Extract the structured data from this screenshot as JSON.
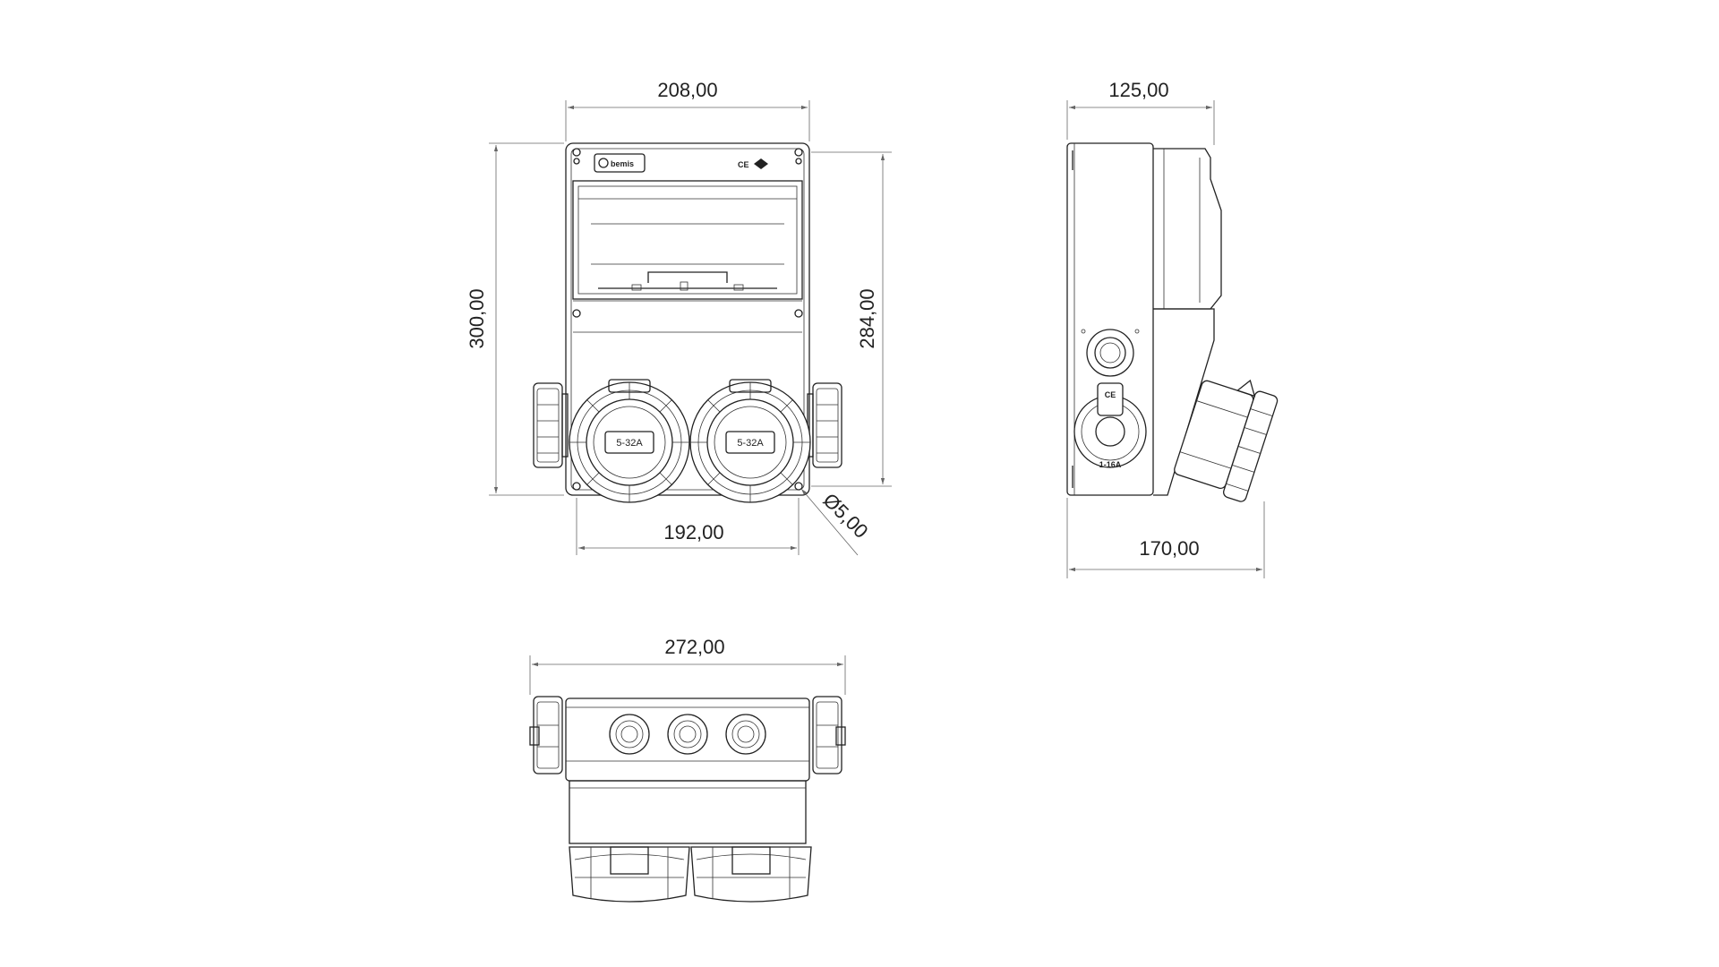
{
  "dimensions": {
    "front_width": "208,00",
    "front_height_total": "300,00",
    "front_height_box": "284,00",
    "front_mount_spacing": "192,00",
    "hole_diameter": "Ø5,00",
    "side_depth_top": "125,00",
    "side_depth_bottom": "170,00",
    "bottom_width": "272,00"
  },
  "labels": {
    "socket_left": "5-32A",
    "socket_right": "5-32A",
    "side_socket": "1-16A",
    "brand": "bemis",
    "ce_mark": "CE"
  }
}
